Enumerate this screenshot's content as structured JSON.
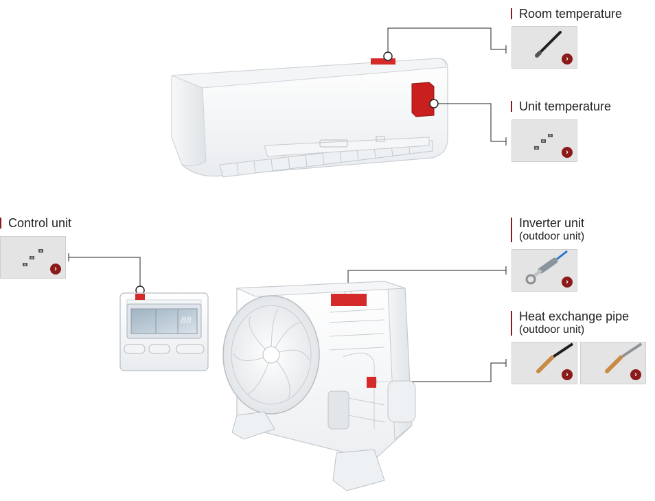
{
  "colors": {
    "accent": "#8b1a1a",
    "sensor_red": "#d42a2a",
    "thumb_bg": "#e4e4e4"
  },
  "labels": {
    "room_temperature": "Room temperature",
    "unit_temperature": "Unit temperature",
    "control_unit": "Control unit",
    "inverter_unit": "Inverter unit",
    "inverter_unit_sub": "(outdoor unit)",
    "heat_exchange_pipe": "Heat exchange pipe",
    "heat_exchange_pipe_sub": "(outdoor unit)"
  },
  "control_display": "88",
  "icons": {
    "arrow": "chevron-right-icon"
  }
}
